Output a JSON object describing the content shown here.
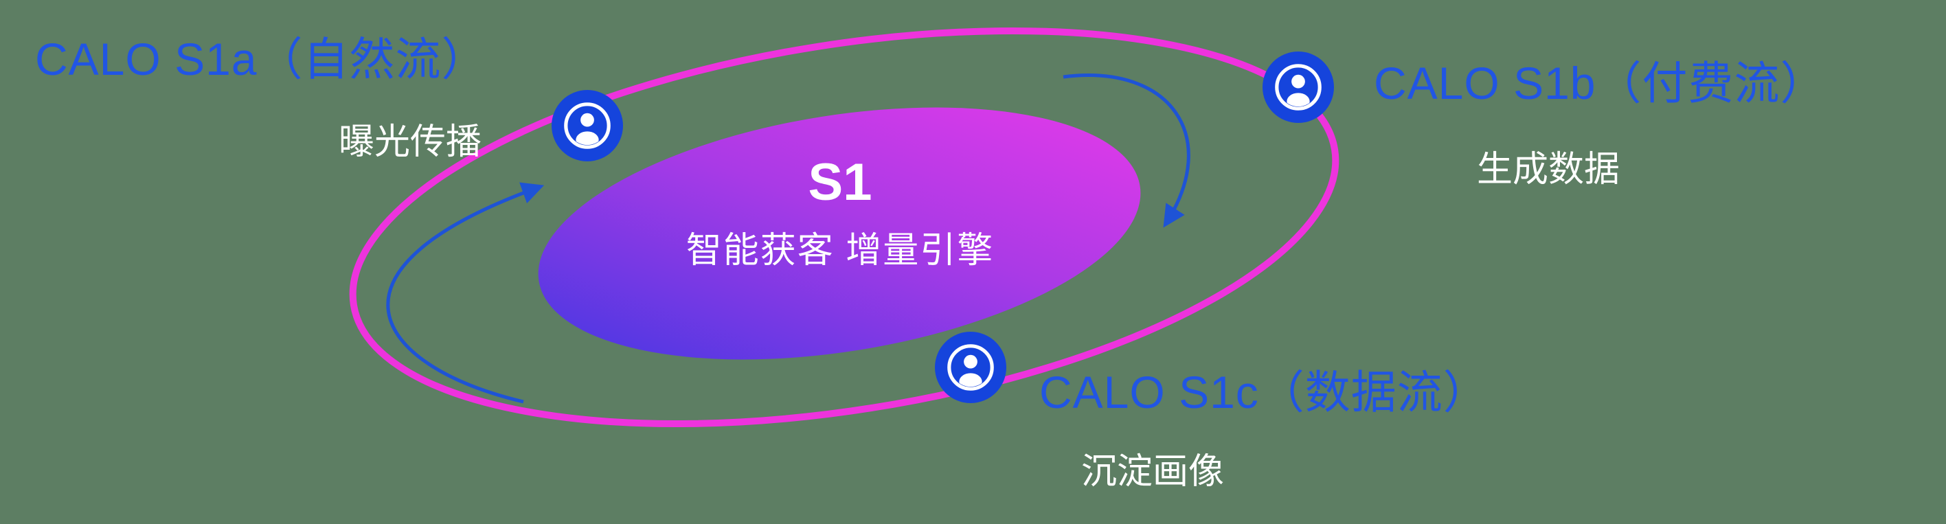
{
  "colors": {
    "background": "#5d7e63",
    "orbit_ring": "#ee33dd",
    "label_blue": "#2155e4",
    "icon_blue": "#1544dc",
    "arrow_blue": "#1e53d6",
    "core_gradient_start": "#4638e2",
    "core_gradient_end": "#e43ae9",
    "text_white": "#ffffff"
  },
  "center": {
    "title": "S1",
    "subtitle": "智能获客  增量引擎"
  },
  "nodes": [
    {
      "id": "s1a",
      "label": "CALO S1a（自然流）",
      "sublabel": "曝光传播",
      "icon": "user-icon"
    },
    {
      "id": "s1b",
      "label": "CALO S1b（付费流）",
      "sublabel": "生成数据",
      "icon": "user-icon"
    },
    {
      "id": "s1c",
      "label": "CALO S1c（数据流）",
      "sublabel": "沉淀画像",
      "icon": "user-icon"
    }
  ]
}
